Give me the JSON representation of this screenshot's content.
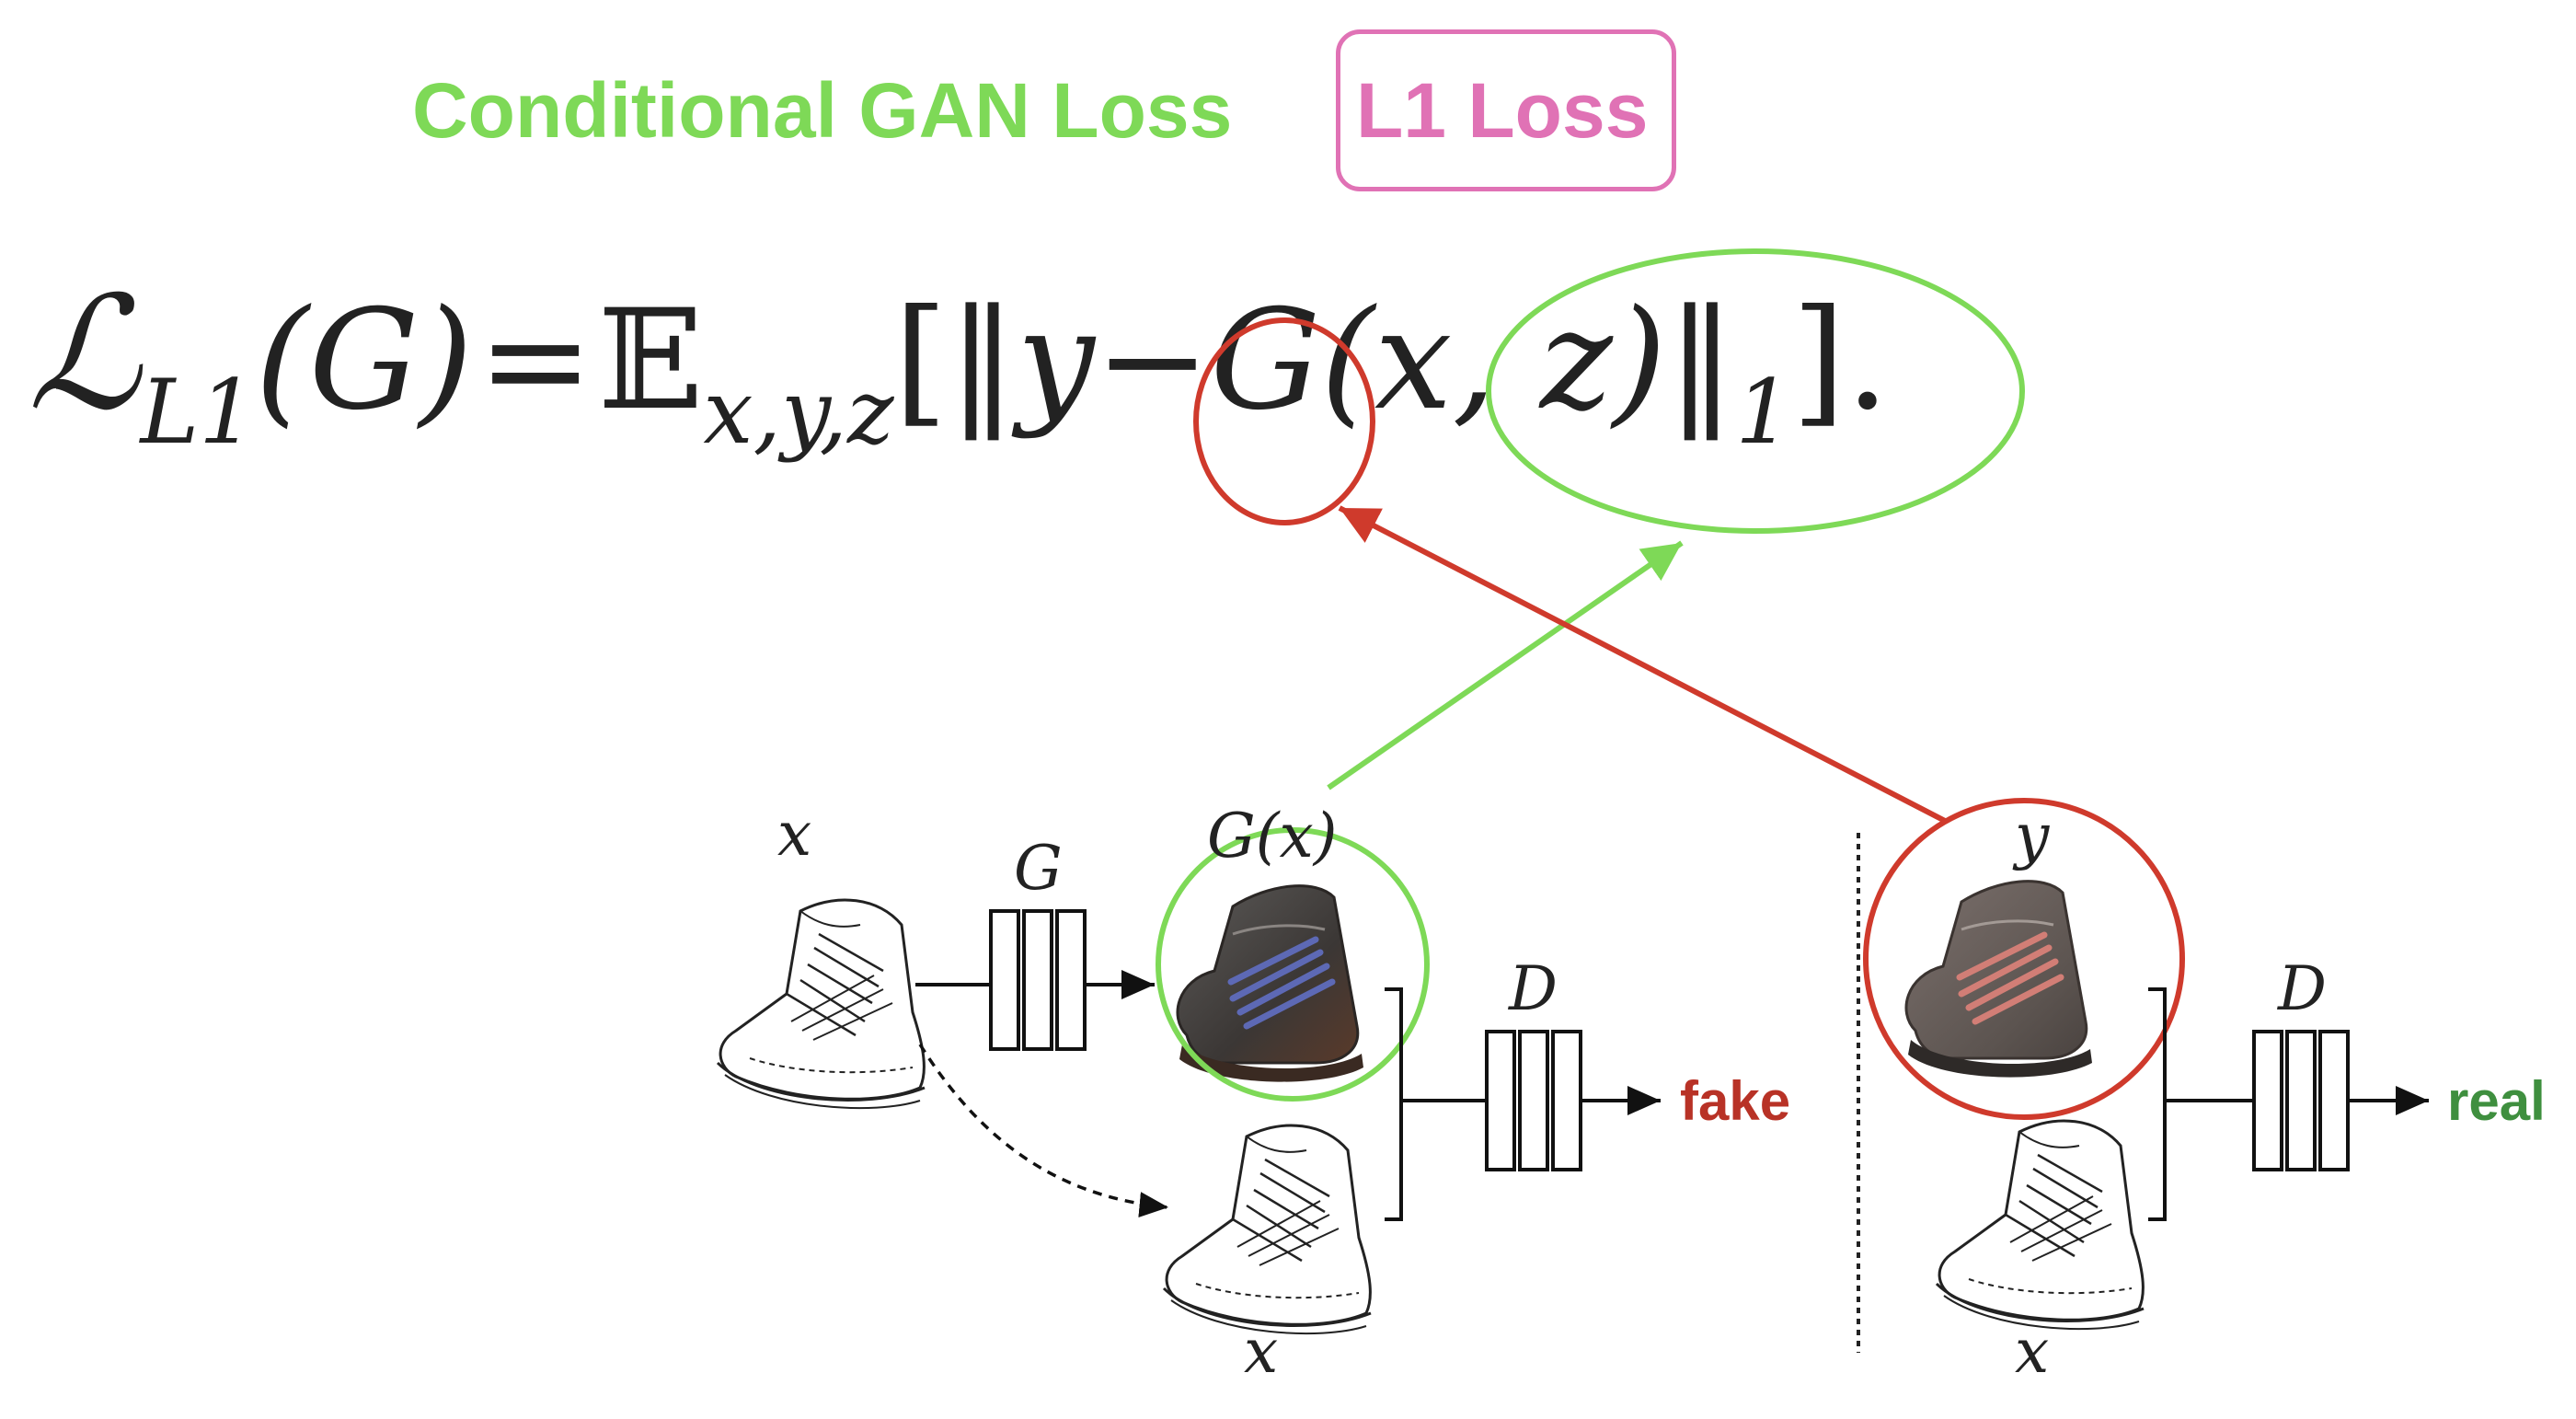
{
  "header": {
    "gan_loss_label": "Conditional GAN Loss",
    "l1_loss_label": "L1 Loss"
  },
  "formula": {
    "lhs_symbol": "ℒ",
    "lhs_subscript": "L1",
    "lhs_arg": "(G)",
    "equals": "=",
    "expectation": "𝔼",
    "expectation_subscript": "x,y,z",
    "open_bracket": "[",
    "norm_open": "‖",
    "target_term": "y",
    "minus": "−",
    "generated_term": "G(x, z)",
    "norm_close": "‖",
    "norm_subscript": "1",
    "close_bracket": "].",
    "full_text": "ℒL1(G) = 𝔼x,y,z[‖y − G(x, z)‖1]."
  },
  "diagram": {
    "input_var": "x",
    "generator_label": "G",
    "generated_label": "G(x)",
    "cond_var_fake": "x",
    "disc_label_fake": "D",
    "output_fake": "fake",
    "real_label": "y",
    "cond_var_real": "x",
    "disc_label_real": "D",
    "output_real": "real"
  },
  "colors": {
    "gan_green": "#7ed957",
    "l1_pink": "#e072b5",
    "red_highlight": "#cf3a2c",
    "fake_red": "#b83226",
    "real_green": "#3f8f3f"
  },
  "icons": [
    "sneaker-sketch-icon",
    "boot-photo-icon",
    "network-block-icon"
  ]
}
